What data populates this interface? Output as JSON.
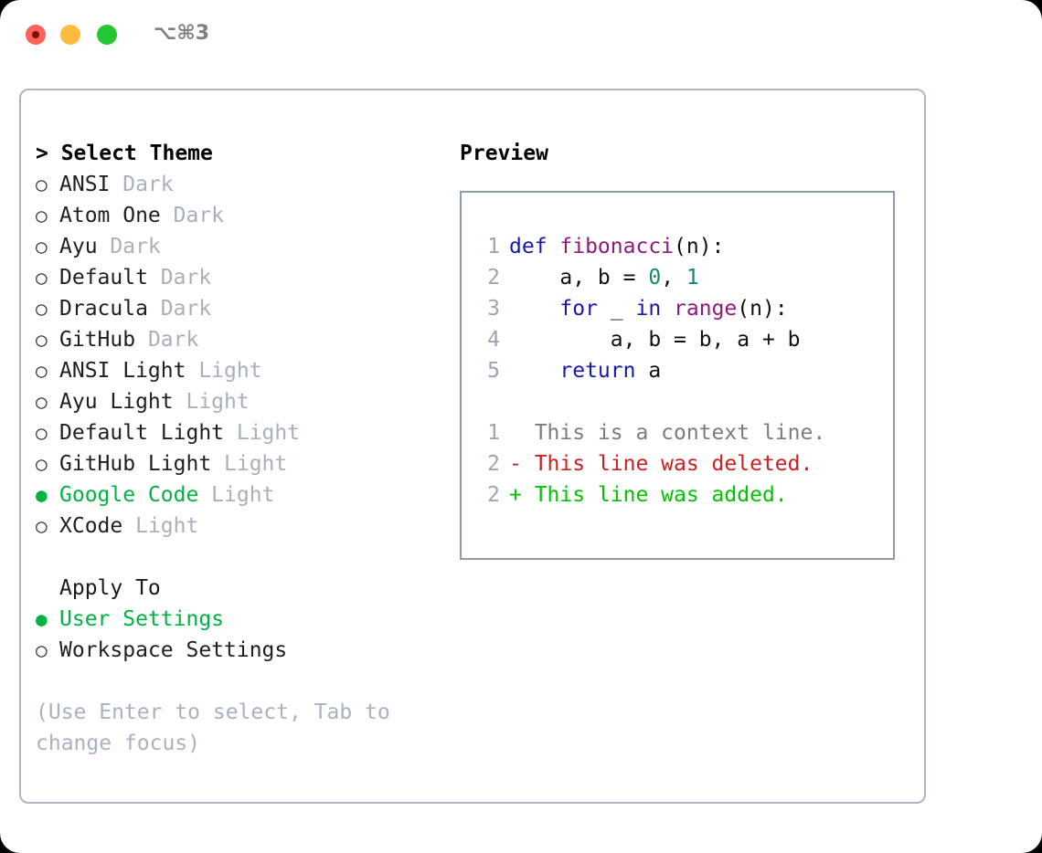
{
  "titlebar": {
    "shortcut": "⌥⌘3",
    "buttons": {
      "close": "close-button",
      "minimize": "minimize-button",
      "maximize": "maximize-button"
    }
  },
  "theme_section": {
    "header": "> Select Theme",
    "marker_selected": "●",
    "marker_unselected": "○",
    "items": [
      {
        "marker": "○",
        "name": "ANSI",
        "variant": "Dark",
        "selected": false
      },
      {
        "marker": "○",
        "name": "Atom One",
        "variant": "Dark",
        "selected": false
      },
      {
        "marker": "○",
        "name": "Ayu",
        "variant": "Dark",
        "selected": false
      },
      {
        "marker": "○",
        "name": "Default",
        "variant": "Dark",
        "selected": false
      },
      {
        "marker": "○",
        "name": "Dracula",
        "variant": "Dark",
        "selected": false
      },
      {
        "marker": "○",
        "name": "GitHub",
        "variant": "Dark",
        "selected": false
      },
      {
        "marker": "○",
        "name": "ANSI Light",
        "variant": "Light",
        "selected": false
      },
      {
        "marker": "○",
        "name": "Ayu Light",
        "variant": "Light",
        "selected": false
      },
      {
        "marker": "○",
        "name": "Default Light",
        "variant": "Light",
        "selected": false
      },
      {
        "marker": "○",
        "name": "GitHub Light",
        "variant": "Light",
        "selected": false
      },
      {
        "marker": "●",
        "name": "Google Code",
        "variant": "Light",
        "selected": true
      },
      {
        "marker": "○",
        "name": "XCode",
        "variant": "Light",
        "selected": false
      }
    ]
  },
  "apply_section": {
    "header": "Apply To",
    "items": [
      {
        "marker": "●",
        "name": "User Settings",
        "selected": true
      },
      {
        "marker": "○",
        "name": "Workspace Settings",
        "selected": false
      }
    ]
  },
  "hint": "(Use Enter to select, Tab to change focus)",
  "preview": {
    "title": "Preview",
    "code_lines": [
      {
        "lineno": "1",
        "tokens": [
          {
            "t": "def ",
            "k": "kw"
          },
          {
            "t": "fibonacci",
            "k": "fn"
          },
          {
            "t": "(n):",
            "k": "pl"
          }
        ]
      },
      {
        "lineno": "2",
        "tokens": [
          {
            "t": "    a, b = ",
            "k": "pl"
          },
          {
            "t": "0",
            "k": "num"
          },
          {
            "t": ", ",
            "k": "pl"
          },
          {
            "t": "1",
            "k": "num"
          }
        ]
      },
      {
        "lineno": "3",
        "tokens": [
          {
            "t": "    ",
            "k": "pl"
          },
          {
            "t": "for",
            "k": "kw"
          },
          {
            "t": " _ ",
            "k": "pl"
          },
          {
            "t": "in",
            "k": "kw"
          },
          {
            "t": " ",
            "k": "pl"
          },
          {
            "t": "range",
            "k": "fn"
          },
          {
            "t": "(n):",
            "k": "pl"
          }
        ]
      },
      {
        "lineno": "4",
        "tokens": [
          {
            "t": "        a, b = b, a + b",
            "k": "pl"
          }
        ]
      },
      {
        "lineno": "5",
        "tokens": [
          {
            "t": "    ",
            "k": "pl"
          },
          {
            "t": "return",
            "k": "kw"
          },
          {
            "t": " a",
            "k": "pl"
          }
        ]
      }
    ],
    "diff_lines": [
      {
        "lineno": "1",
        "text": "  This is a context line.",
        "kind": "ctx"
      },
      {
        "lineno": "2",
        "text": "- This line was deleted.",
        "kind": "del"
      },
      {
        "lineno": "2",
        "text": "+ This line was added.",
        "kind": "add"
      }
    ]
  },
  "colors": {
    "accent_green": "#00b341",
    "diff_add": "#00c400",
    "diff_del": "#cc1f1f",
    "keyword": "#1919b0",
    "function": "#8f1a7a",
    "number": "#0f8a78",
    "muted": "#a8b0bd",
    "border": "#aeb6c4",
    "preview_border": "#8d9aab"
  }
}
